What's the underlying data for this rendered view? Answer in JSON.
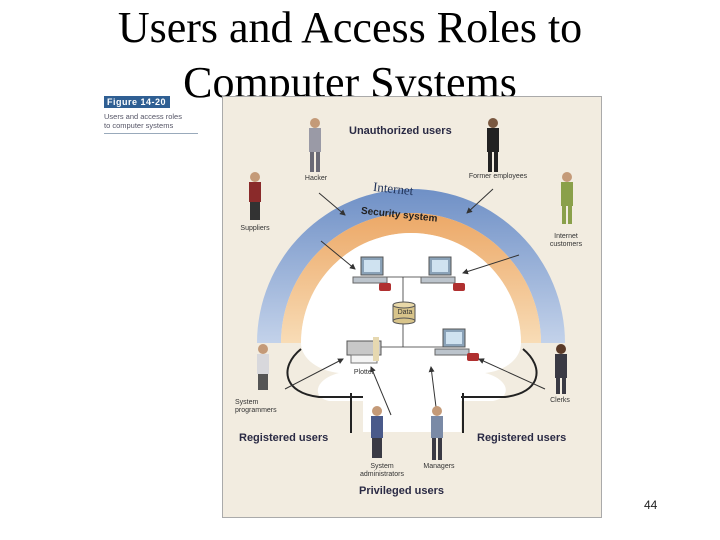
{
  "slide": {
    "title_line1": "Users and Access Roles to",
    "title_line2": "Computer Systems",
    "page_number": "44"
  },
  "figure": {
    "number": "Figure 14-20",
    "caption_line1": "Users and access roles",
    "caption_line2": "to computer systems"
  },
  "diagram": {
    "groups": {
      "unauthorized": "Unauthorized users",
      "registered_left": "Registered users",
      "registered_right": "Registered users",
      "privileged": "Privileged users"
    },
    "bands": {
      "internet": "Internet",
      "security": "Security system"
    },
    "nodes": {
      "hacker": "Hacker",
      "former_employees": "Former employees",
      "suppliers": "Suppliers",
      "internet_customers_line1": "Internet",
      "internet_customers_line2": "customers",
      "data": "Data",
      "plotter": "Plotter",
      "system_programmers_line1": "System",
      "system_programmers_line2": "programmers",
      "clerks": "Clerks",
      "system_administrators_line1": "System",
      "system_administrators_line2": "administrators",
      "managers": "Managers"
    },
    "colors": {
      "internet_band": "#7f9fcc",
      "security_band": "#f0b878",
      "background": "#f2ece0"
    }
  }
}
